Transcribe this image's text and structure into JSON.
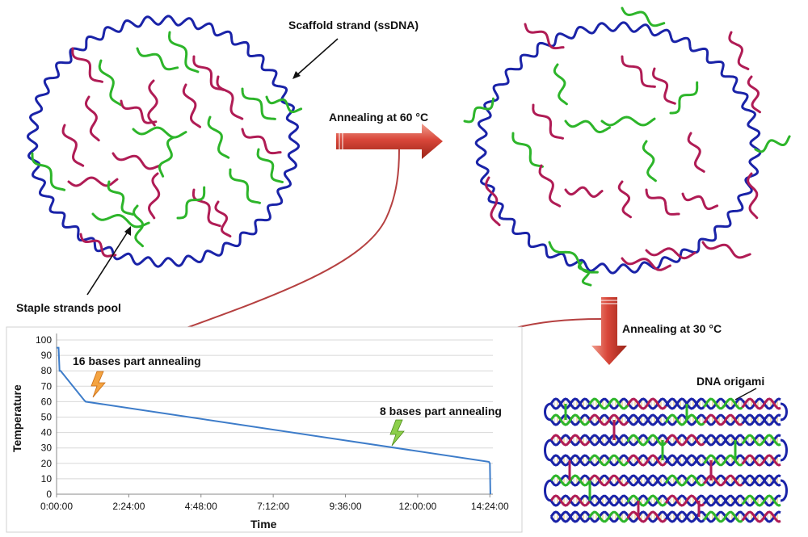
{
  "labels": {
    "scaffold": "Scaffold strand (ssDNA)",
    "staple_pool": "Staple strands pool",
    "anneal_60": "Annealing at 60 °C",
    "anneal_30": "Annealing at 30 °C",
    "origami": "DNA origami"
  },
  "colors": {
    "scaffold": "#1a23a8",
    "staple_green": "#2db52a",
    "staple_magenta": "#b01c55",
    "arrow_red": "#d9473a",
    "curve": "#b54040",
    "plot_line": "#3d7cc9"
  },
  "chart_data": {
    "type": "line",
    "title": "",
    "xlabel": "Time",
    "ylabel": "Temperature",
    "xlim": [
      0,
      870
    ],
    "ylim": [
      0,
      100
    ],
    "y_ticks": [
      "0",
      "10",
      "20",
      "30",
      "40",
      "50",
      "60",
      "70",
      "80",
      "90",
      "100"
    ],
    "x_ticks": [
      {
        "t": 0,
        "label": "0:00:00"
      },
      {
        "t": 144,
        "label": "2:24:00"
      },
      {
        "t": 288,
        "label": "4:48:00"
      },
      {
        "t": 432,
        "label": "7:12:00"
      },
      {
        "t": 576,
        "label": "9:36:00"
      },
      {
        "t": 720,
        "label": "12:00:00"
      },
      {
        "t": 864,
        "label": "14:24:00"
      }
    ],
    "series": [
      {
        "x": [
          0,
          4,
          6,
          8,
          55,
          58,
          862,
          864,
          865
        ],
        "y": [
          95,
          95,
          80,
          80,
          61,
          60,
          21,
          20,
          0
        ]
      }
    ],
    "annotations": [
      {
        "text": "16 bases part annealing",
        "x": 55,
        "y": 60
      },
      {
        "text": "8 bases part annealing",
        "x": 690,
        "y": 28
      }
    ],
    "grid": true
  }
}
